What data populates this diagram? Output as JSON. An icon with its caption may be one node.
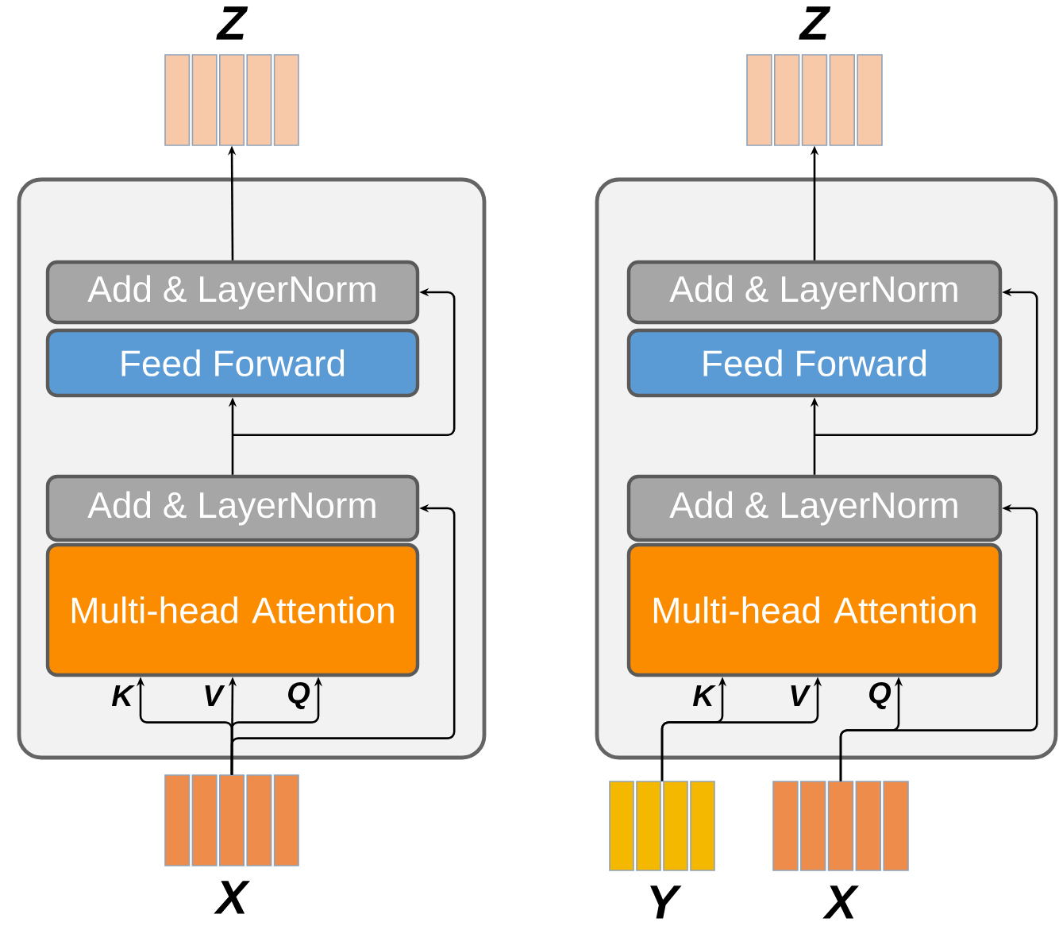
{
  "diagram": {
    "nodes": [
      {
        "text": [
          "Z"
        ]
      },
      {
        "text": [],
        "shape": "box"
      },
      {
        "text": [
          "Add & LayerNorm"
        ],
        "in": 1
      },
      {
        "text": [
          "Feed Forward"
        ],
        "in": 1
      },
      {
        "text": [
          "Add & LayerNorm"
        ],
        "in": 1
      },
      {
        "text": [
          "Multi-head Attention"
        ],
        "in": 1
      },
      {
        "text": [
          "X"
        ]
      },
      {
        "text": [
          "Z"
        ]
      },
      {
        "text": [],
        "shape": "box"
      },
      {
        "text": [
          "Add & LayerNorm"
        ],
        "in": 8
      },
      {
        "text": [
          "Feed Forward"
        ],
        "in": 8
      },
      {
        "text": [
          "Add & LayerNorm"
        ],
        "in": 8
      },
      {
        "text": [
          "Multi-head Attention"
        ],
        "in": 8
      },
      {
        "text": [
          "Y"
        ]
      },
      {
        "text": [
          "X"
        ]
      }
    ],
    "edges": [
      {
        "from": 2,
        "to": 0,
        "arrow": "to"
      },
      {
        "from": 4,
        "to": 3,
        "arrow": "to"
      },
      {
        "from": 4,
        "to": 2,
        "arrow": "to"
      },
      {
        "from": 6,
        "to": 5,
        "arrow": "to",
        "label": "K"
      },
      {
        "from": 6,
        "to": 5,
        "arrow": "to",
        "label": "V"
      },
      {
        "from": 6,
        "to": 5,
        "arrow": "to",
        "label": "Q"
      },
      {
        "from": 6,
        "to": 4,
        "arrow": "to"
      },
      {
        "from": 9,
        "to": 7,
        "arrow": "to"
      },
      {
        "from": 11,
        "to": 10,
        "arrow": "to"
      },
      {
        "from": 11,
        "to": 9,
        "arrow": "to"
      },
      {
        "from": 13,
        "to": 12,
        "arrow": "to",
        "label": "K"
      },
      {
        "from": 13,
        "to": 12,
        "arrow": "to",
        "label": "V"
      },
      {
        "from": 14,
        "to": 12,
        "arrow": "to",
        "label": "Q"
      },
      {
        "from": 14,
        "to": 11,
        "arrow": "to"
      }
    ]
  }
}
